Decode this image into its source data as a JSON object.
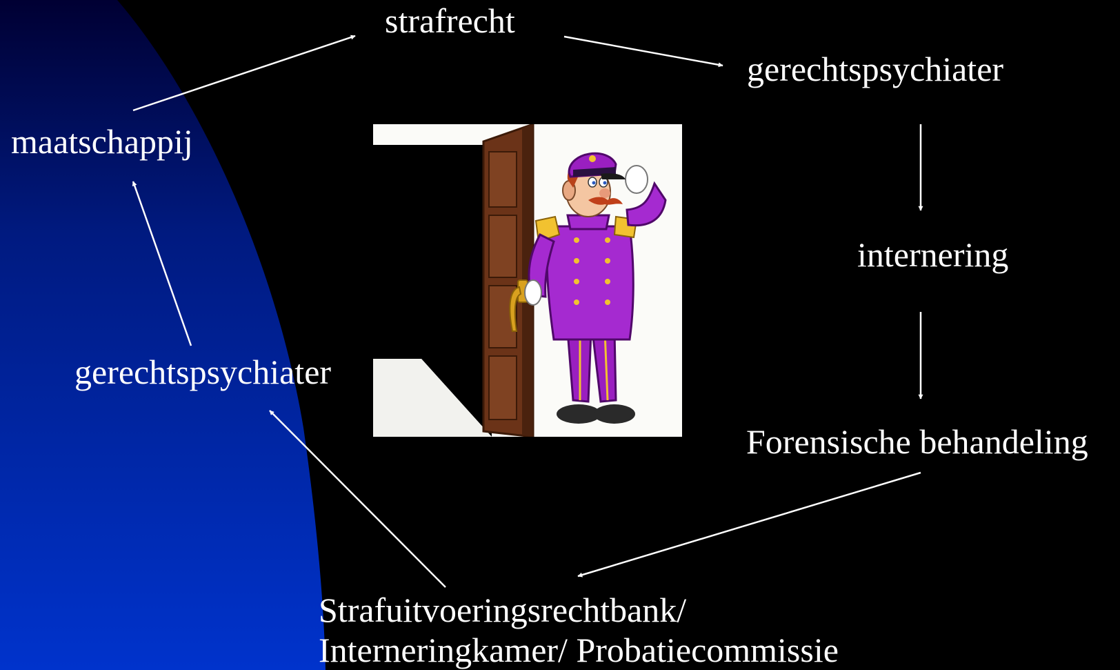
{
  "labels": {
    "strafrecht": "strafrecht",
    "gerechtspsychiater_top": "gerechtspsychiater",
    "maatschappij": "maatschappij",
    "internering": "internering",
    "gerechtspsychiater_left": "gerechtspsychiater",
    "forensische_behandeling": "Forensische behandeling",
    "bottom_line1": "Strafuitvoeringsrechtbank/",
    "bottom_line2": "Interneringkamer/ Probatiecommissie"
  },
  "colors": {
    "background": "#000000",
    "gradient_top": "#000033",
    "gradient_bottom": "#0033cc",
    "text": "#ffffff",
    "arrow": "#ffffff"
  },
  "clipart": {
    "icon": "doorman-opening-door-icon"
  }
}
